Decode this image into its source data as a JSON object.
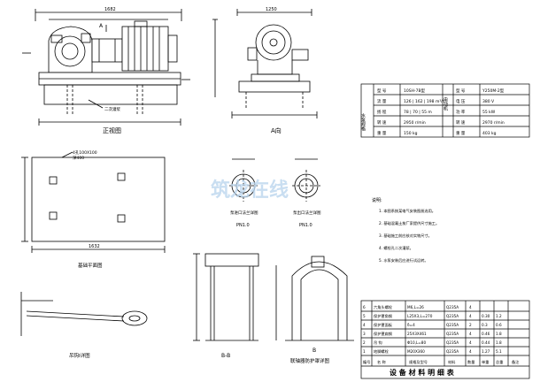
{
  "views": {
    "front_title": "正视图",
    "a_view_title": "A向",
    "section_a": "A",
    "section_b": "B",
    "plan_title": "基础平面图",
    "hook_title": "吊钩Ⅰ详图",
    "bb_title": "B-B",
    "guard_title": "联轴器防护罩详图"
  },
  "dims": {
    "front_total": "1682",
    "a_width": "1250",
    "plan_width": "1632",
    "plan_hole": "4孔100X100",
    "plan_hole_depth": "深400",
    "pn_left": "PN1.0",
    "pn_right": "PN1.0",
    "flange_in": "泵进口法兰详图",
    "flange_out": "泵出口法兰详图",
    "bolt_label": "二次灌浆"
  },
  "spec_table": {
    "pump_header": "水泵规格",
    "motor_header": "电动机",
    "pump_rows": [
      {
        "k": "型 号",
        "v": "10SH-7B型"
      },
      {
        "k": "流 量",
        "v": "126 | 162 | 198  m³/h"
      },
      {
        "k": "扬 程",
        "v": "78 | 70 | 55  m"
      },
      {
        "k": "转 速",
        "v": "2950 r/min"
      },
      {
        "k": "重 量",
        "v": "150 kg"
      }
    ],
    "motor_rows": [
      {
        "k": "型 号",
        "v": "Y250M-2型"
      },
      {
        "k": "电 压",
        "v": "380 V"
      },
      {
        "k": "功 率",
        "v": "55 kW"
      },
      {
        "k": "转 速",
        "v": "2970 r/min"
      },
      {
        "k": "重 量",
        "v": "403 kg"
      }
    ]
  },
  "notes": {
    "heading": "说明:",
    "items": [
      "1. 本图系按某电气安装图册选用。",
      "2. 基础混凝土按厂家提供尺寸施工。",
      "3. 基础施工前应核对实物尺寸。",
      "4. 螺栓孔二次灌浆。",
      "5. 水泵安装后应进行试运转。"
    ]
  },
  "materials": {
    "title": "设 备 材 料 明 细 表",
    "headers": [
      "编号",
      "名 称",
      "规格及型号",
      "材料",
      "数量",
      "单重",
      "总重",
      "备注"
    ],
    "rows": [
      {
        "no": "6",
        "name": "六角头螺栓",
        "spec": "M6,L=26",
        "mat": "Q235A",
        "qty": "4",
        "unit": "",
        "total": ""
      },
      {
        "no": "5",
        "name": "保护罩角钢",
        "spec": "L25X3,L=270",
        "mat": "Q235A",
        "qty": "4",
        "unit": "0.30",
        "total": "1.2"
      },
      {
        "no": "4",
        "name": "保护罩面板",
        "spec": "δ=4",
        "mat": "Q235A",
        "qty": "2",
        "unit": "0.3",
        "total": "0.6"
      },
      {
        "no": "3",
        "name": "保护罩扁钢",
        "spec": "25X3X461",
        "mat": "Q235A",
        "qty": "4",
        "unit": "0.46",
        "total": "1.8"
      },
      {
        "no": "2",
        "name": "吊 钩",
        "spec": "Φ10,L=80",
        "mat": "Q235A",
        "qty": "4",
        "unit": "0.44",
        "total": "1.8"
      },
      {
        "no": "1",
        "name": "地脚螺栓",
        "spec": "M20X360",
        "mat": "Q235A",
        "qty": "4",
        "unit": "1.27",
        "total": "5.1"
      }
    ]
  },
  "watermark": "筑龙在线"
}
